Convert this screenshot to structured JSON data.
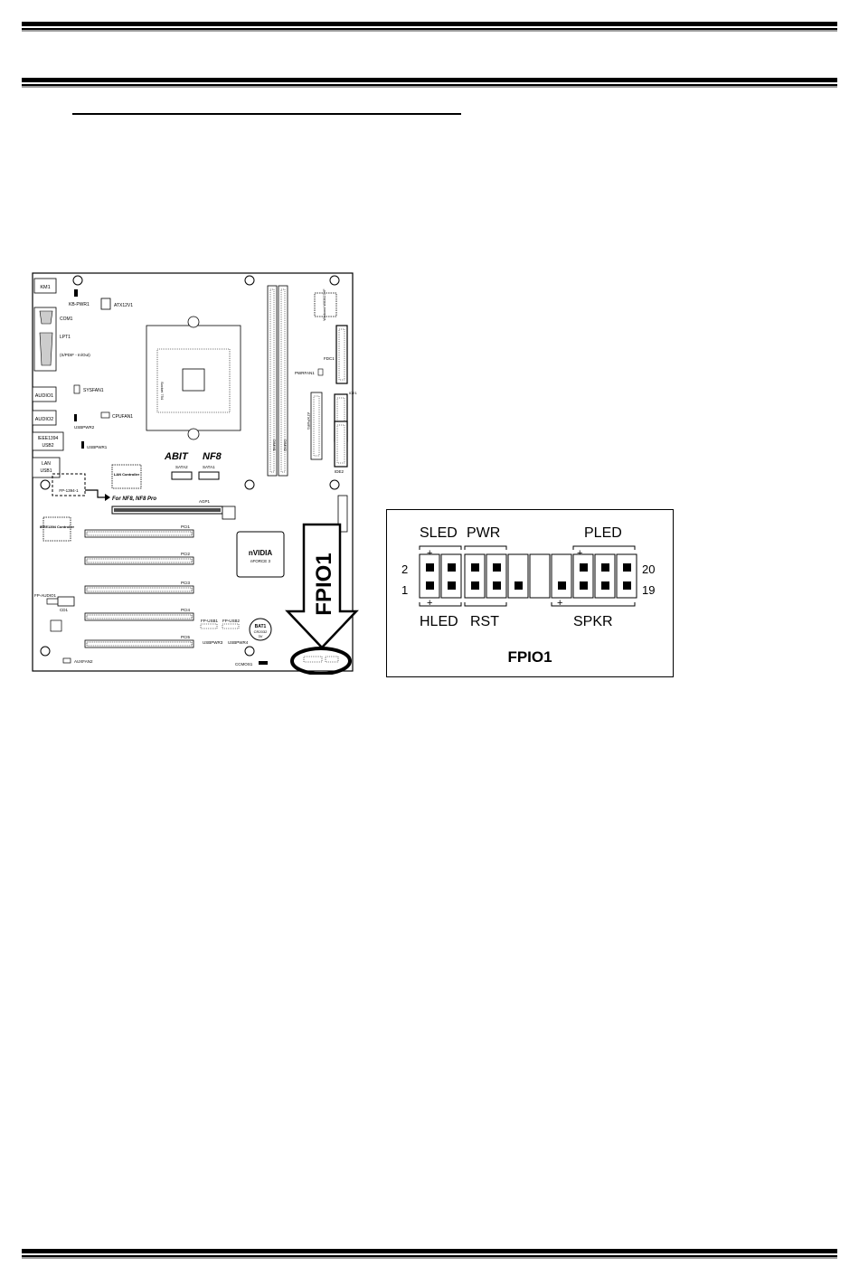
{
  "board": {
    "labels": {
      "kb_ms": "KM1",
      "kb_pwr": "KB-PWR1",
      "atx12v": "ATX12V1",
      "com": "COM1",
      "lpt": "LPT1",
      "spdif": "(S/PDIF - In/Out)",
      "sysfan": "SYSFAN1",
      "audio1": "AUDIO1",
      "audio2": "AUDIO2",
      "usbpwr2": "USBPWR2",
      "cpufan": "CPUFAN1",
      "ieee": "IEEE1394",
      "usb2": "USB2",
      "usbpwr1": "USBPWR1",
      "lan": "LAN",
      "usb1": "USB1",
      "lan_ctrl": "LAN Controller",
      "fp1394": "FP-1394-1",
      "for_models": "For NF8, NF8 Pro",
      "ieee_ctrl": "IEEE1394 Controller",
      "fdc": "FDC1",
      "pwrfan": "PWRFAN1",
      "atxpwr": "ATXPWR1",
      "ide1": "IDE1",
      "ide2": "IDE2",
      "dimm1": "DIMM1",
      "dimm2": "DIMM2",
      "socket": "Socket 754",
      "winbond": "Winbond W83627HF",
      "brand": "ABIT",
      "model": "NF8",
      "sata2": "SATA2",
      "sata1": "SATA1",
      "agp": "AGP1",
      "pci1": "PCI1",
      "pci2": "PCI2",
      "pci3": "PCI3",
      "pci4": "PCI4",
      "pci5": "PCI5",
      "chip_brand": "nVIDIA",
      "chip_model": "nFORCE 3",
      "fp_audio": "FP-AUDIO1",
      "cd": "CD1",
      "fp_usb1": "FP-USB1",
      "fp_usb2": "FP-USB2",
      "usbpwr3": "USBPWR3",
      "usbpwr4": "USBPWR4",
      "bat": "BAT1",
      "bat_type": "CR2032",
      "bat_v": "3V",
      "auxfan": "AUXFAN2",
      "ccmos": "CCMOS1",
      "fpio_arrow": "FPIO1",
      "pin_one": "1"
    }
  },
  "pinout": {
    "title": "FPIO1",
    "top_labels": [
      "SLED",
      "PWR",
      "PLED"
    ],
    "bottom_labels": [
      "HLED",
      "RST",
      "SPKR"
    ],
    "pin_2": "2",
    "pin_1": "1",
    "pin_20": "20",
    "pin_19": "19",
    "plus": "+"
  }
}
